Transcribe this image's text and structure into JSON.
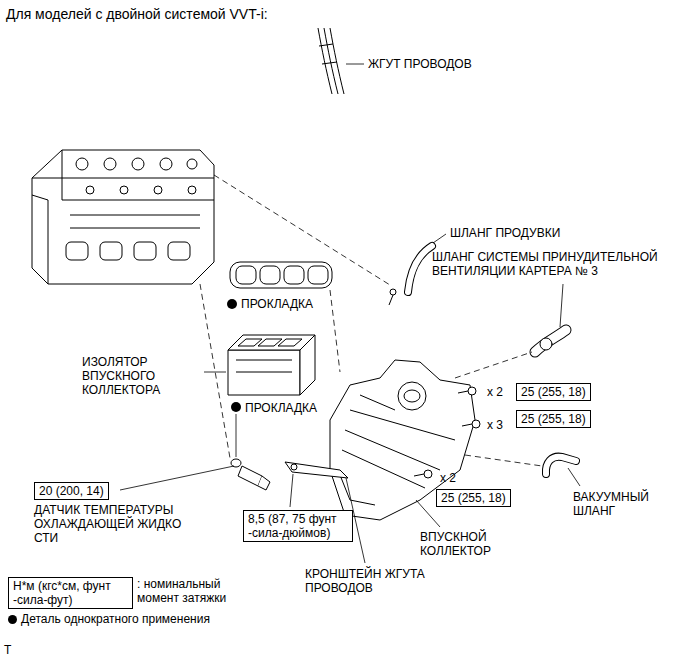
{
  "diagram": {
    "title": "Для моделей с двойной системой VVT-i:",
    "nodes": [
      {
        "text": [
          "25 (255, 18)"
        ]
      },
      {
        "text": [
          "25 (255, 18)"
        ]
      },
      {
        "text": [
          "20 (200, 14)"
        ]
      },
      {
        "text": [
          "8,5 (87, 75 фунт -сила-дюймов)"
        ]
      },
      {
        "text": [
          "25 (255, 18)"
        ]
      },
      {
        "text": [
          "Н*м (кгс*см, фунт -сила-фут)"
        ]
      }
    ],
    "labels": [
      "ЖГУТ ПРОВОДОВ",
      "ШЛАНГ ПРОДУВКИ",
      "ШЛАНГ СИСТЕМЫ ПРИНУДИТЕЛЬНОЙ ВЕНТИЛЯЦИИ КАРТЕРА № 3",
      "ПРОКЛАДКА",
      "ИЗОЛЯТОР ВПУСКНОГО КОЛЛЕКТОРА",
      "ПРОКЛАДКА",
      "x 2",
      "x 3",
      "x 2",
      "ДАТЧИК ТЕМПЕРАТУРЫ ОХЛАЖДАЮЩЕЙ ЖИДКО СТИ",
      "ВАКУУМНЫЙ ШЛАНГ",
      "ВПУСКНОЙ КОЛЛЕКТОР",
      "КРОНШТЕЙН ЖГУТА ПРОВОДОВ",
      ": номинальный момент затяжки",
      "T"
    ],
    "legend": [
      {
        "text": "Деталь однократного применения"
      }
    ]
  }
}
